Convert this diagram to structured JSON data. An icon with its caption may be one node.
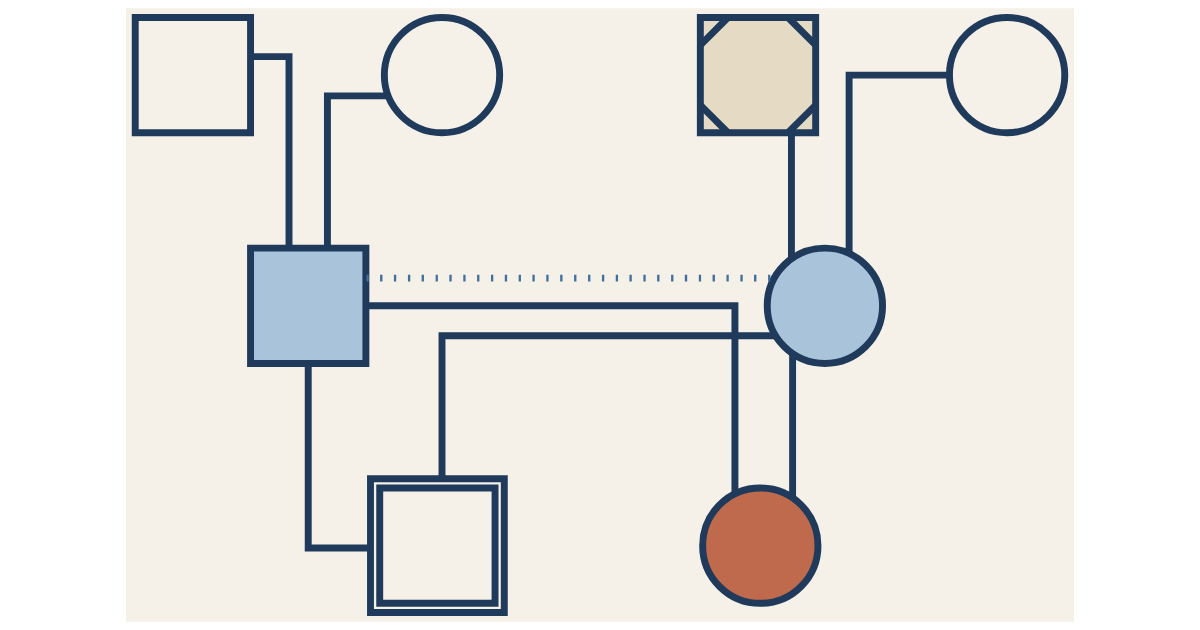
{
  "diagram": {
    "nodes": [
      {
        "text": [],
        "shape": "box"
      },
      {
        "text": [],
        "shape": "circle"
      },
      {
        "text": [],
        "shape": "box"
      },
      {
        "text": [],
        "shape": "circle"
      },
      {
        "text": [],
        "shape": "box"
      },
      {
        "text": [],
        "shape": "circle"
      },
      {
        "text": [],
        "shape": "box"
      },
      {
        "text": [],
        "shape": "circle"
      }
    ],
    "edges": [
      {
        "from": 0,
        "to": 4,
        "arrow": "none"
      },
      {
        "from": 1,
        "to": 4,
        "arrow": "none"
      },
      {
        "from": 2,
        "to": 5,
        "arrow": "none"
      },
      {
        "from": 3,
        "to": 5,
        "arrow": "none"
      },
      {
        "from": 4,
        "to": 5,
        "arrow": "none",
        "style": "dashed",
        "color": "#3f6f9f"
      },
      {
        "from": 4,
        "to": 6,
        "arrow": "none"
      },
      {
        "from": 4,
        "to": 7,
        "arrow": "none"
      },
      {
        "from": 5,
        "to": 6,
        "arrow": "none"
      },
      {
        "from": 5,
        "to": 7,
        "arrow": "none"
      }
    ]
  }
}
